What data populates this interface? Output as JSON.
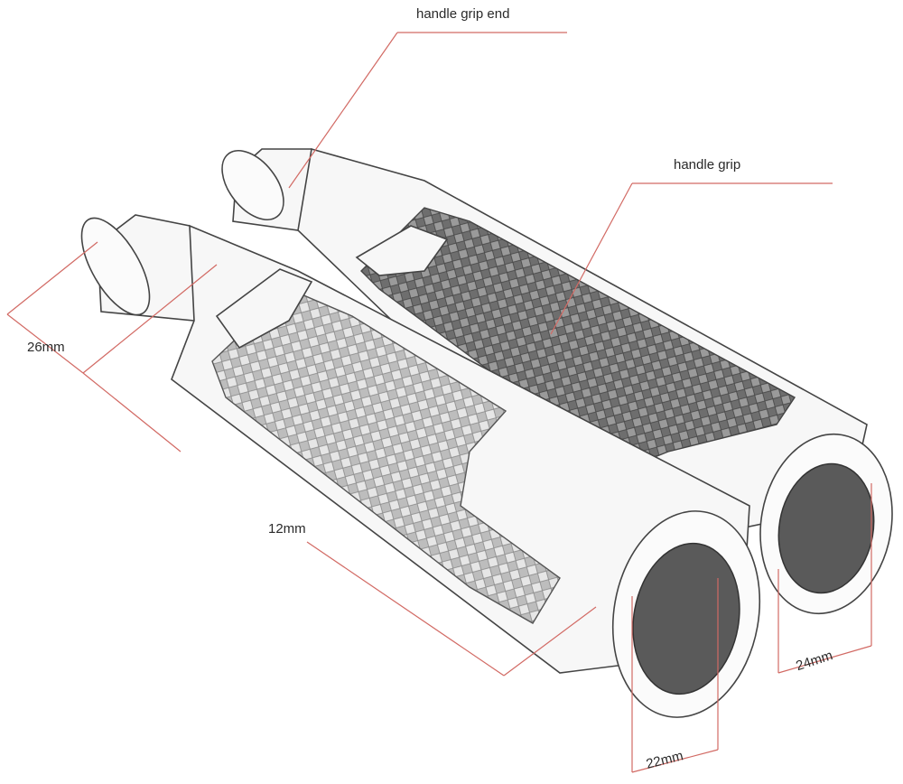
{
  "labels": {
    "grip_end": "handle grip end",
    "grip": "handle grip"
  },
  "dimensions": {
    "outer_diameter": "26mm",
    "length": "12mm",
    "inner_diameter_left": "22mm",
    "inner_diameter_right": "24mm"
  },
  "colors": {
    "leader_line": "#d26a64",
    "outline": "#444444",
    "text": "#2a2a2a"
  }
}
